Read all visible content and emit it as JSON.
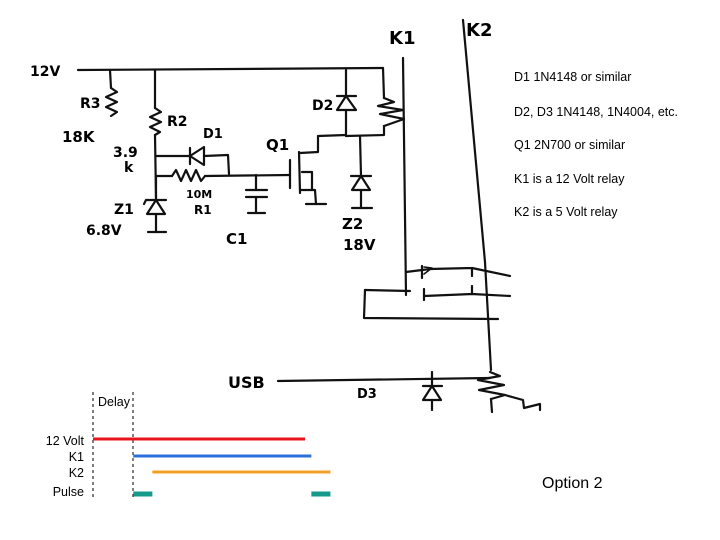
{
  "schematic": {
    "labels": {
      "v12": "12V",
      "r3": "R3",
      "r3_value": "18K",
      "r2": "R2",
      "r2_value_top": "3.9",
      "r2_value_bottom": "k",
      "d1": "D1",
      "q1": "Q1",
      "d2": "D2",
      "z1": "Z1",
      "z1_value": "6.8V",
      "r1_value": "10M",
      "r1": "R1",
      "c1": "C1",
      "z2": "Z2",
      "z2_value": "18V",
      "k1": "K1",
      "k2": "K2",
      "usb": "USB",
      "d3": "D3"
    }
  },
  "notes": [
    "D1 1N4148 or similar",
    "D2, D3 1N4148, 1N4004, etc.",
    "Q1  2N700 or similar",
    "K1 is a 12 Volt relay",
    "K2 is a 5 Volt relay"
  ],
  "timing": {
    "delay_label": "Delay",
    "signals": [
      {
        "name": "12 Volt",
        "color": "#e8141c",
        "start": 0,
        "end": 1
      },
      {
        "name": "K1",
        "color": "#2a6fdb",
        "start": 0.19,
        "end": 1.03
      },
      {
        "name": "K2",
        "color": "#f0a020",
        "start": 0.28,
        "end": 1.12
      },
      {
        "name": "Pulse",
        "color": "#159a8c",
        "segments": [
          [
            0.19,
            0.28
          ],
          [
            1.03,
            1.12
          ]
        ]
      }
    ]
  },
  "option_label": "Option 2"
}
